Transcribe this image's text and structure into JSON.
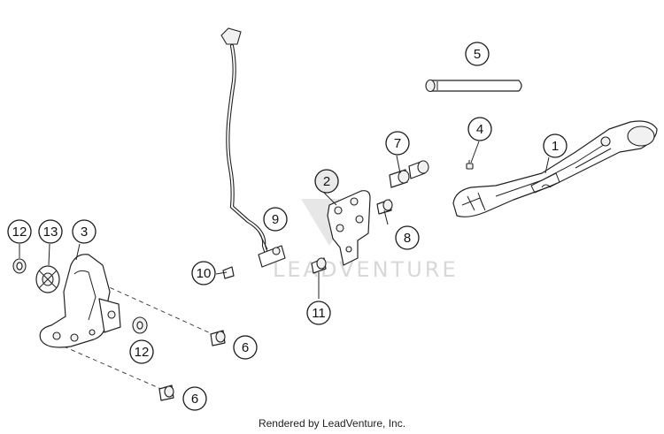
{
  "watermark": "LEADVENTURE",
  "footer": {
    "credit": "Rendered by LeadVenture, Inc."
  },
  "callouts": {
    "c1": "1",
    "c2": "2",
    "c3": "3",
    "c4": "4",
    "c5": "5",
    "c6a": "6",
    "c6b": "6",
    "c7": "7",
    "c8": "8",
    "c9": "9",
    "c10": "10",
    "c11": "11",
    "c12a": "12",
    "c12b": "12",
    "c13": "13"
  }
}
